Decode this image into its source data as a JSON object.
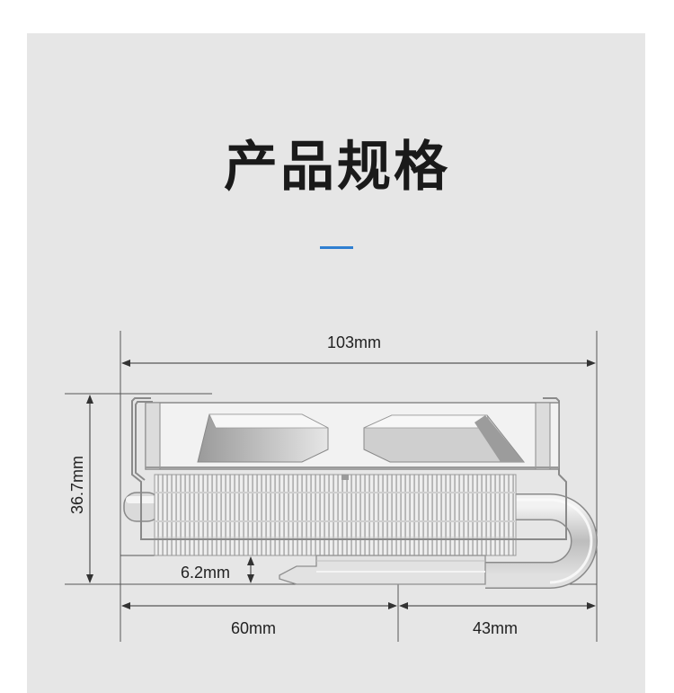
{
  "title": "产品规格",
  "accent_color": "#2f7fd1",
  "dimensions": {
    "total_width": "103mm",
    "total_height": "36.7mm",
    "clearance": "6.2mm",
    "left_width": "60mm",
    "right_width": "43mm"
  }
}
